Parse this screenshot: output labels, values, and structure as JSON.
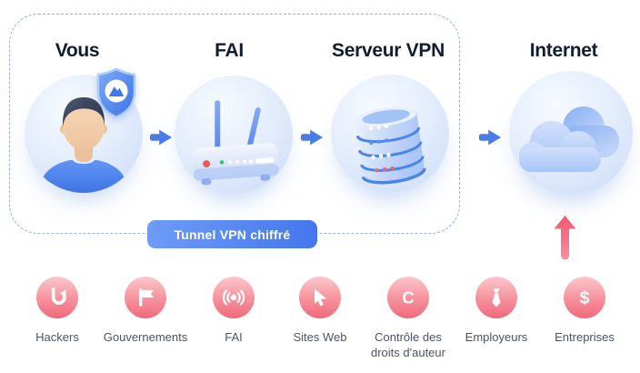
{
  "diagram": {
    "nodes": [
      {
        "label": "Vous",
        "icon": "user-avatar"
      },
      {
        "label": "FAI",
        "icon": "wifi-router"
      },
      {
        "label": "Serveur VPN",
        "icon": "server-stack"
      },
      {
        "label": "Internet",
        "icon": "cloud"
      }
    ],
    "tunnel_label": "Tunnel VPN chiffré"
  },
  "threats": [
    {
      "label": "Hackers",
      "icon": "hook-icon"
    },
    {
      "label": "Gouvernements",
      "icon": "flag-icon"
    },
    {
      "label": "FAI",
      "icon": "broadcast-icon"
    },
    {
      "label": "Sites Web",
      "icon": "cursor-icon"
    },
    {
      "label": "Contrôle des droits d'auteur",
      "icon": "copyright-icon",
      "glyph": "C"
    },
    {
      "label": "Employeurs",
      "icon": "tie-icon"
    },
    {
      "label": "Entreprises",
      "icon": "dollar-icon",
      "glyph": "$"
    }
  ],
  "colors": {
    "accent_blue": "#4a7ce8",
    "dashed_border": "#8db1f0",
    "badge_gradient_start": "#6f9cf9",
    "badge_gradient_end": "#4376ee",
    "threat_pink_top": "#fbc7cb",
    "threat_pink_bottom": "#f1687a",
    "red_arrow": "#f4697c",
    "heading_text": "#131d31",
    "label_text": "#4a5468"
  }
}
